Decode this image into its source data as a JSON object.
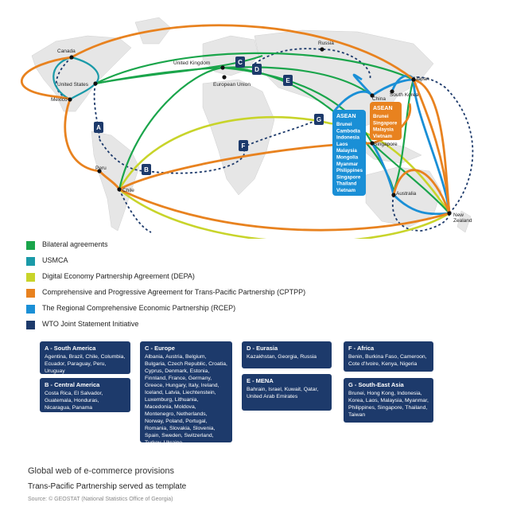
{
  "map": {
    "cities": [
      {
        "id": "canada",
        "label": "Canada"
      },
      {
        "id": "us",
        "label": "United States"
      },
      {
        "id": "mexico",
        "label": "Mexico"
      },
      {
        "id": "peru",
        "label": "Peru"
      },
      {
        "id": "chile",
        "label": "Chile"
      },
      {
        "id": "uk",
        "label": "United Kingdom"
      },
      {
        "id": "eu",
        "label": "European Union"
      },
      {
        "id": "russia",
        "label": "Russia"
      },
      {
        "id": "china",
        "label": "China"
      },
      {
        "id": "japan",
        "label": "Japan"
      },
      {
        "id": "skorea",
        "label": "South Korea"
      },
      {
        "id": "singapore",
        "label": "Singapore"
      },
      {
        "id": "australia",
        "label": "Australia"
      },
      {
        "id": "nz",
        "label": "New\nZealand"
      }
    ],
    "region_markers": [
      "A",
      "B",
      "C",
      "D",
      "E",
      "F",
      "G"
    ],
    "asean_rcep": {
      "title": "ASEAN",
      "members": [
        "Brunei",
        "Cambodia",
        "Indonesia",
        "Laos",
        "Malaysia",
        "Mongolia",
        "Myanmar",
        "Philippines",
        "Singapore",
        "Thailand",
        "Vietnam"
      ],
      "color": "#1a8fd6"
    },
    "asean_cptpp": {
      "title": "ASEAN",
      "members": [
        "Brunei",
        "Singapore",
        "Malaysia",
        "Vietnam"
      ],
      "color": "#e8821f"
    },
    "land_color": "#e6e6e6"
  },
  "legend": [
    {
      "label": "Bilateral agreements",
      "color": "#1aa54b"
    },
    {
      "label": "USMCA",
      "color": "#1a9aa8"
    },
    {
      "label": "Digital Economy Partnership Agreement (DEPA)",
      "color": "#c8d42a"
    },
    {
      "label": "Comprehensive and Progressive Agreement for Trans-Pacific Partnership (CPTPP)",
      "color": "#e8821f"
    },
    {
      "label": "The Regional Comprehensive Economic Partnership (RCEP)",
      "color": "#1a8fd6"
    },
    {
      "label": "WTO Joint Statement Initiative",
      "color": "#1d3a6b"
    }
  ],
  "boxes": {
    "a": {
      "title": "A - South America",
      "body": "Agentina, Brazil, Chile, Columbia, Ecuador, Paraguay, Peru, Uruguay"
    },
    "b": {
      "title": "B - Central America",
      "body": "Costa Rica, El Salvador, Guatemala, Honduras, Nicaragua, Panama"
    },
    "c": {
      "title": "C - Europe",
      "body": "Albania, Austria, Belgium, Bulgaria, Czech Republic, Croatia, Cyprus, Denmark, Estonia, Finnland, France, Germany, Greece, Hungary, Italy, Ireland, Iceland, Latvia, Liechtenstein, Luxemburg, Lithuania, Macedonia, Moldova, Montenegro, Netherlands, Norway, Poland, Portugal, Romania, Slovakia, Slovenia, Spain, Sweden, Switzerland, Turkey, Ukraine"
    },
    "d": {
      "title": "D - Eurasia",
      "body": "Kazakhstan, Georgia, Russia"
    },
    "e": {
      "title": "E - MENA",
      "body": "Bahrain, Israel, Kuwait, Qatar, United Arab Emirates"
    },
    "f": {
      "title": "F - Africa",
      "body": "Benin, Burkina Faso, Cameroon, Cote d'Ivoire, Kenya, Nigeria"
    },
    "g": {
      "title": "G - South-East Asia",
      "body": "Brunei, Hong Kong, Indonesia, Korea, Laos, Malaysia, Myanmar, Philippines, Singapore, Thailand, Taiwan"
    }
  },
  "captions": {
    "title": "Global web of e-commerce provisions",
    "subtitle": "Trans-Pacific Partnership served as template",
    "source": "Source: © GEOSTAT (National Statistics Office of Georgia)"
  }
}
